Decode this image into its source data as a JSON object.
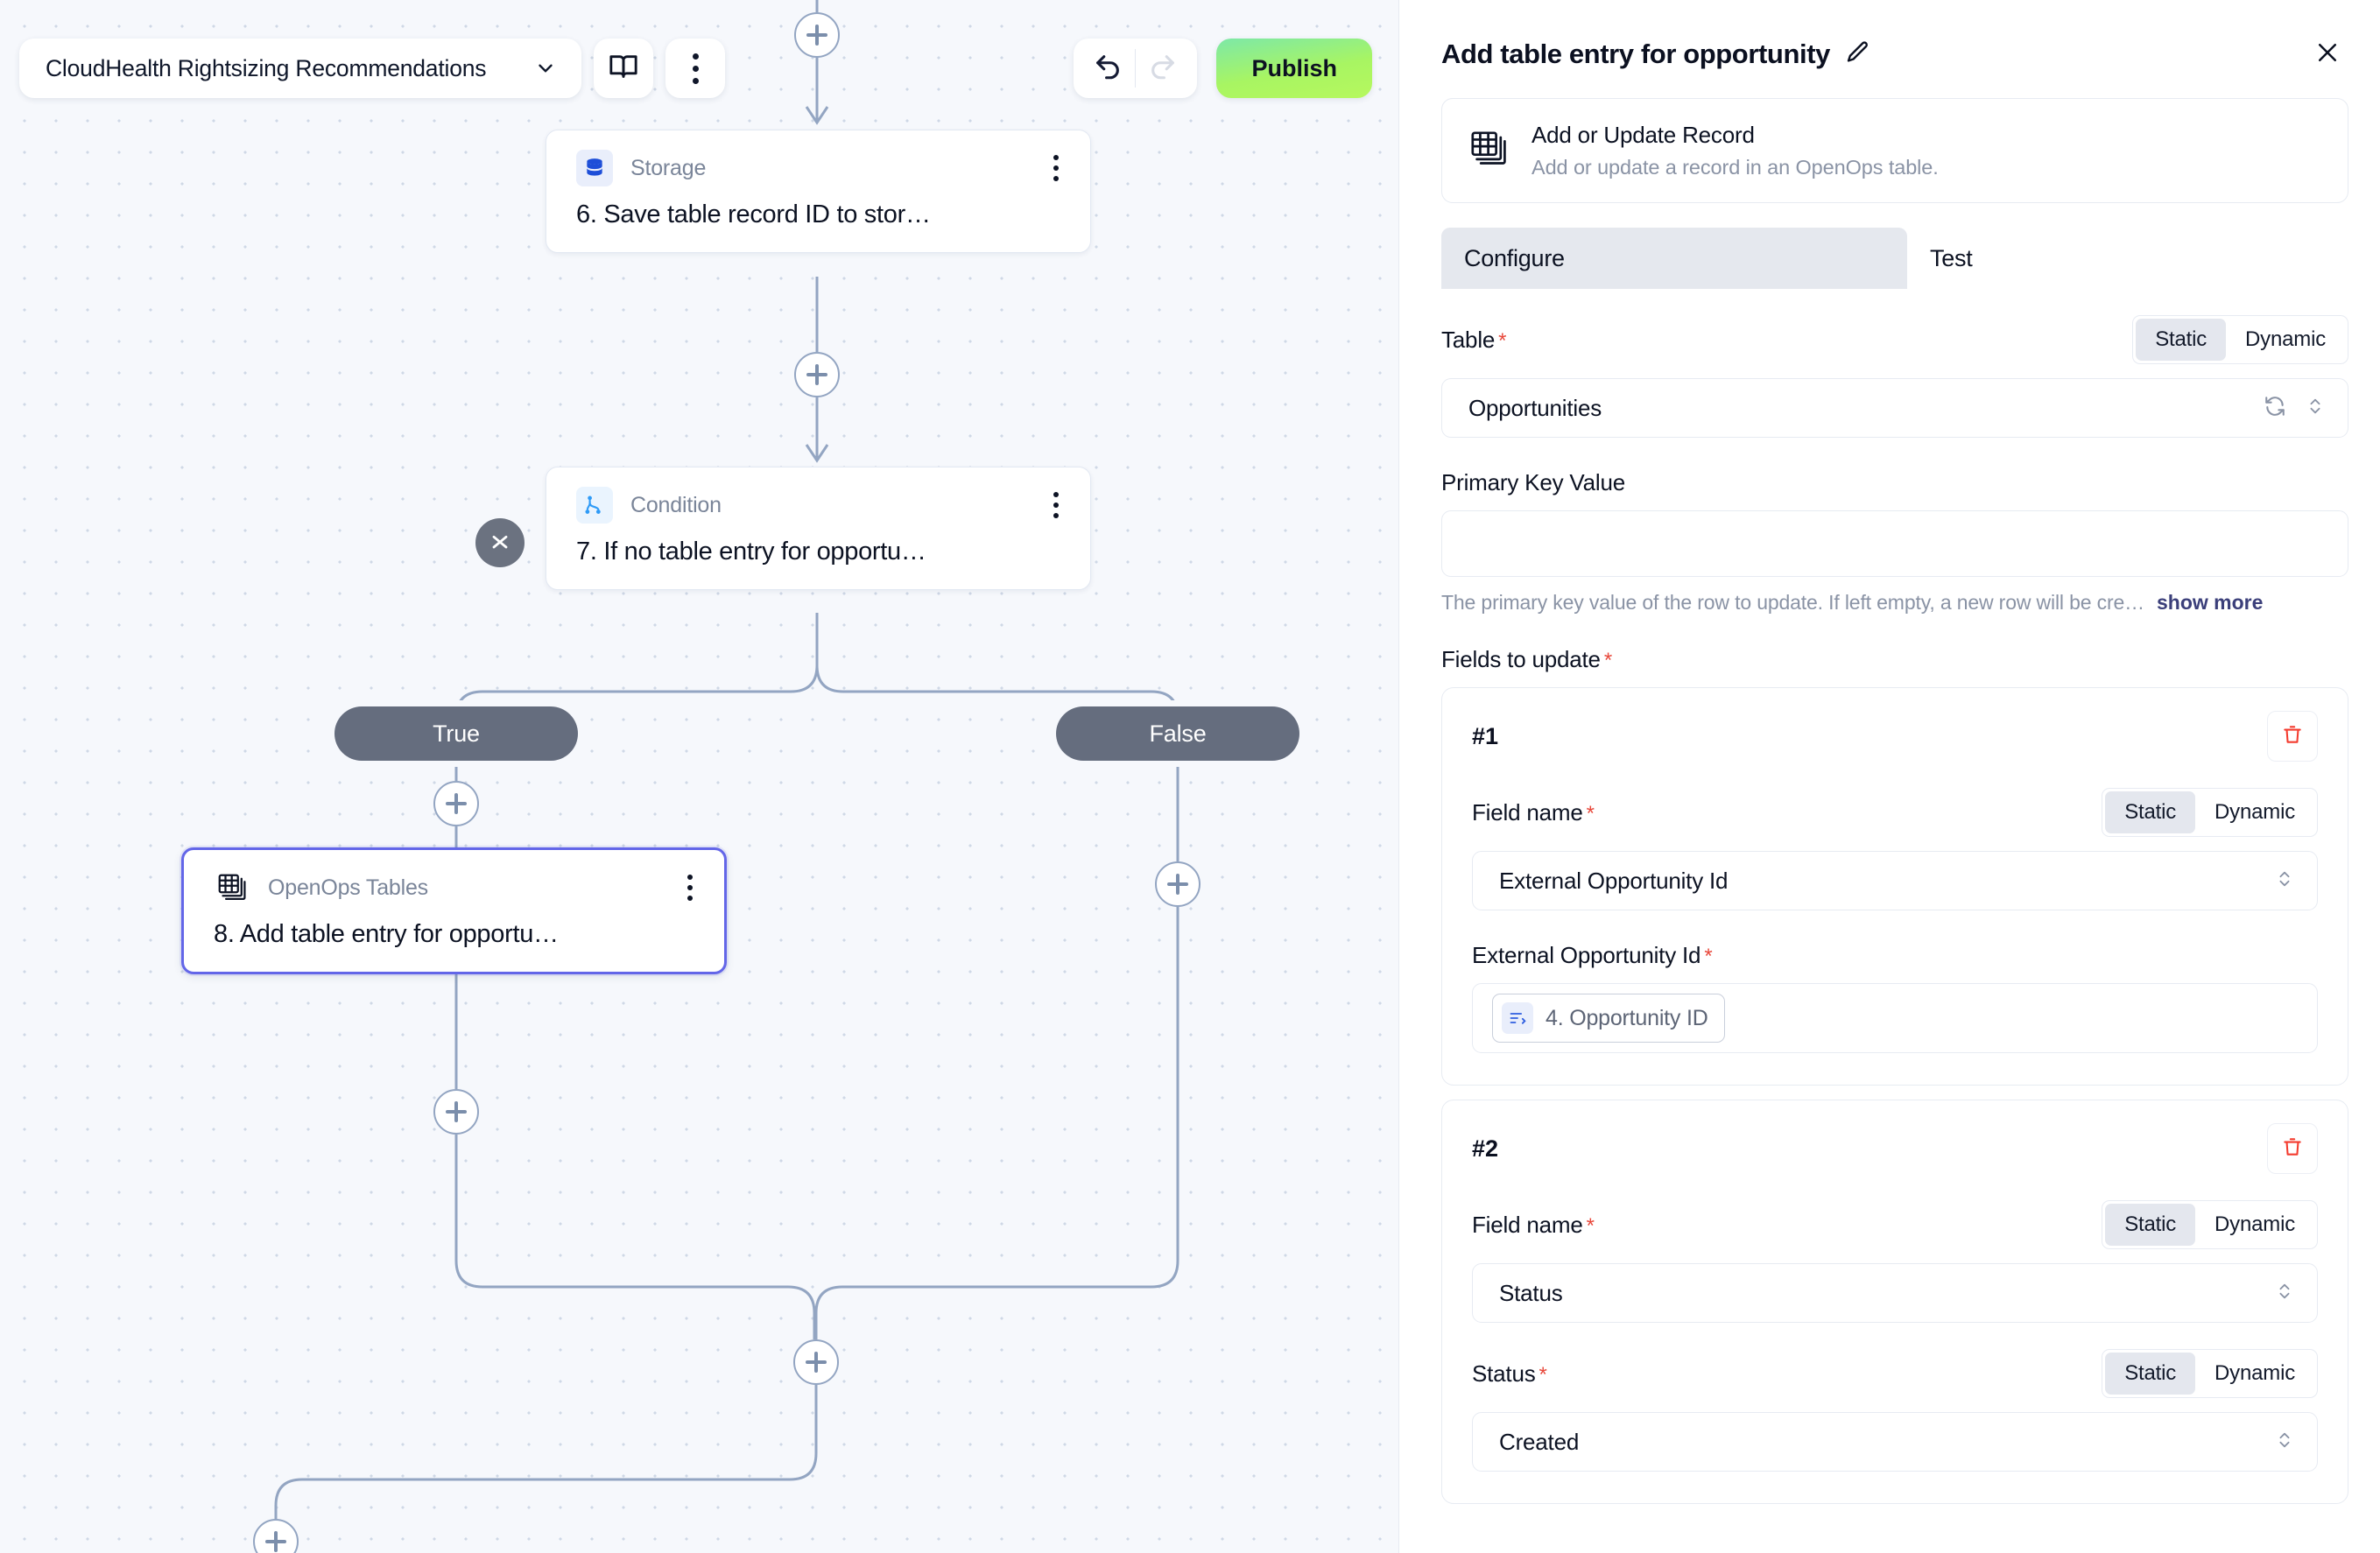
{
  "toolbar": {
    "flow_name": "CloudHealth Rightsizing Recommendations",
    "chevron_icon": "chevron-down-icon",
    "docs_icon": "book-icon",
    "more_icon": "more-vertical-icon",
    "undo_icon": "undo-icon",
    "redo_icon": "redo-icon",
    "publish_label": "Publish",
    "publish_color": "#aaf45f"
  },
  "canvas": {
    "nodes": [
      {
        "kind": "Storage",
        "title": "6. Save table record ID to stor…",
        "icon": "database-icon",
        "selected": false
      },
      {
        "kind": "Condition",
        "title": "7. If no table entry for opportu…",
        "icon": "branch-icon",
        "selected": false
      },
      {
        "kind": "OpenOps Tables",
        "title": "8. Add table entry for opportu…",
        "icon": "tables-icon",
        "selected": true
      }
    ],
    "branches": [
      {
        "label": "True"
      },
      {
        "label": "False"
      }
    ],
    "collapse_icon": "collapse-chevrons-icon",
    "add_icon": "plus-icon",
    "node_menu_icon": "more-vertical-icon",
    "selected_border_color": "#6366e8"
  },
  "panel": {
    "title": "Add table entry for opportunity",
    "edit_icon": "pencil-icon",
    "close_icon": "close-icon",
    "piece": {
      "icon": "tables-icon",
      "name": "Add or Update Record",
      "description": "Add or update a record in an OpenOps table."
    },
    "tabs": [
      {
        "label": "Configure",
        "active": true
      },
      {
        "label": "Test",
        "active": false
      }
    ],
    "table_field": {
      "label": "Table",
      "required": "*",
      "mode_static": "Static",
      "mode_dynamic": "Dynamic",
      "mode_selected": "Static",
      "value": "Opportunities",
      "refresh_icon": "refresh-icon",
      "chevron_icon": "chevron-updown-icon"
    },
    "primary_key": {
      "label": "Primary Key Value",
      "value": "",
      "placeholder": "",
      "helper": "The primary key value of the row to update. If left empty, a new row will be cre…",
      "show_more": "show more"
    },
    "fields_group_label": "Fields to update",
    "fields_group_required": "*",
    "fields": [
      {
        "number": "#1",
        "delete_icon": "trash-icon",
        "field_name_label": "Field name",
        "field_name_required": "*",
        "mode_static": "Static",
        "mode_dynamic": "Dynamic",
        "mode_selected": "Static",
        "field_name_value": "External Opportunity Id",
        "value_label": "External Opportunity Id",
        "value_required": "*",
        "value_type": "chip",
        "chip_icon": "variable-icon",
        "chip_text": "4. Opportunity ID"
      },
      {
        "number": "#2",
        "delete_icon": "trash-icon",
        "field_name_label": "Field name",
        "field_name_required": "*",
        "mode_static": "Static",
        "mode_dynamic": "Dynamic",
        "mode_selected": "Static",
        "field_name_value": "Status",
        "value_label": "Status",
        "value_required": "*",
        "value_type": "select",
        "value_static": "Static",
        "value_dynamic": "Dynamic",
        "value_selected_mode": "Static",
        "value_value": "Created"
      }
    ]
  }
}
